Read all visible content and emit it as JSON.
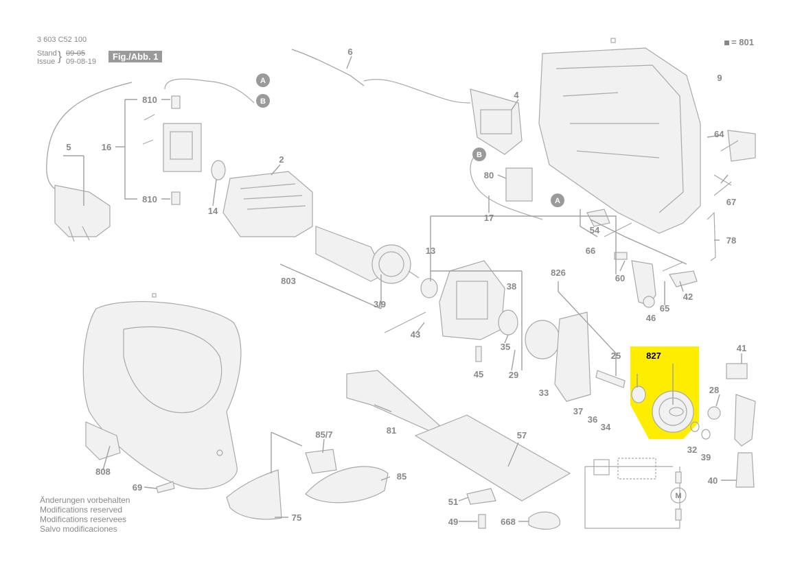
{
  "header": {
    "doc_number": "3 603 C52 100",
    "stand_label": "Stand",
    "issue_label": "Issue",
    "old_date": "09-05",
    "new_date": "09-08-19",
    "fig_label": "Fig./Abb. 1"
  },
  "legend": {
    "text": "= 801"
  },
  "notes": [
    "Änderungen vorbehalten",
    "Modifications reserved",
    "Modifications reservees",
    "Salvo modificaciones"
  ],
  "highlight": {
    "label": "827",
    "color": "#ffed00"
  },
  "callouts": {
    "a": "A",
    "b": "B"
  },
  "schematic_motor": "M",
  "part_labels": [
    "6",
    "4",
    "9",
    "64",
    "5",
    "16",
    "810",
    "810",
    "2",
    "14",
    "80",
    "17",
    "67",
    "54",
    "66",
    "78",
    "13",
    "803",
    "3/9",
    "38",
    "826",
    "60",
    "42",
    "43",
    "35",
    "46",
    "65",
    "29",
    "41",
    "45",
    "25",
    "33",
    "28",
    "37",
    "36",
    "34",
    "32",
    "39",
    "40",
    "81",
    "57",
    "85/7",
    "85",
    "51",
    "49",
    "668",
    "69",
    "808",
    "75"
  ]
}
